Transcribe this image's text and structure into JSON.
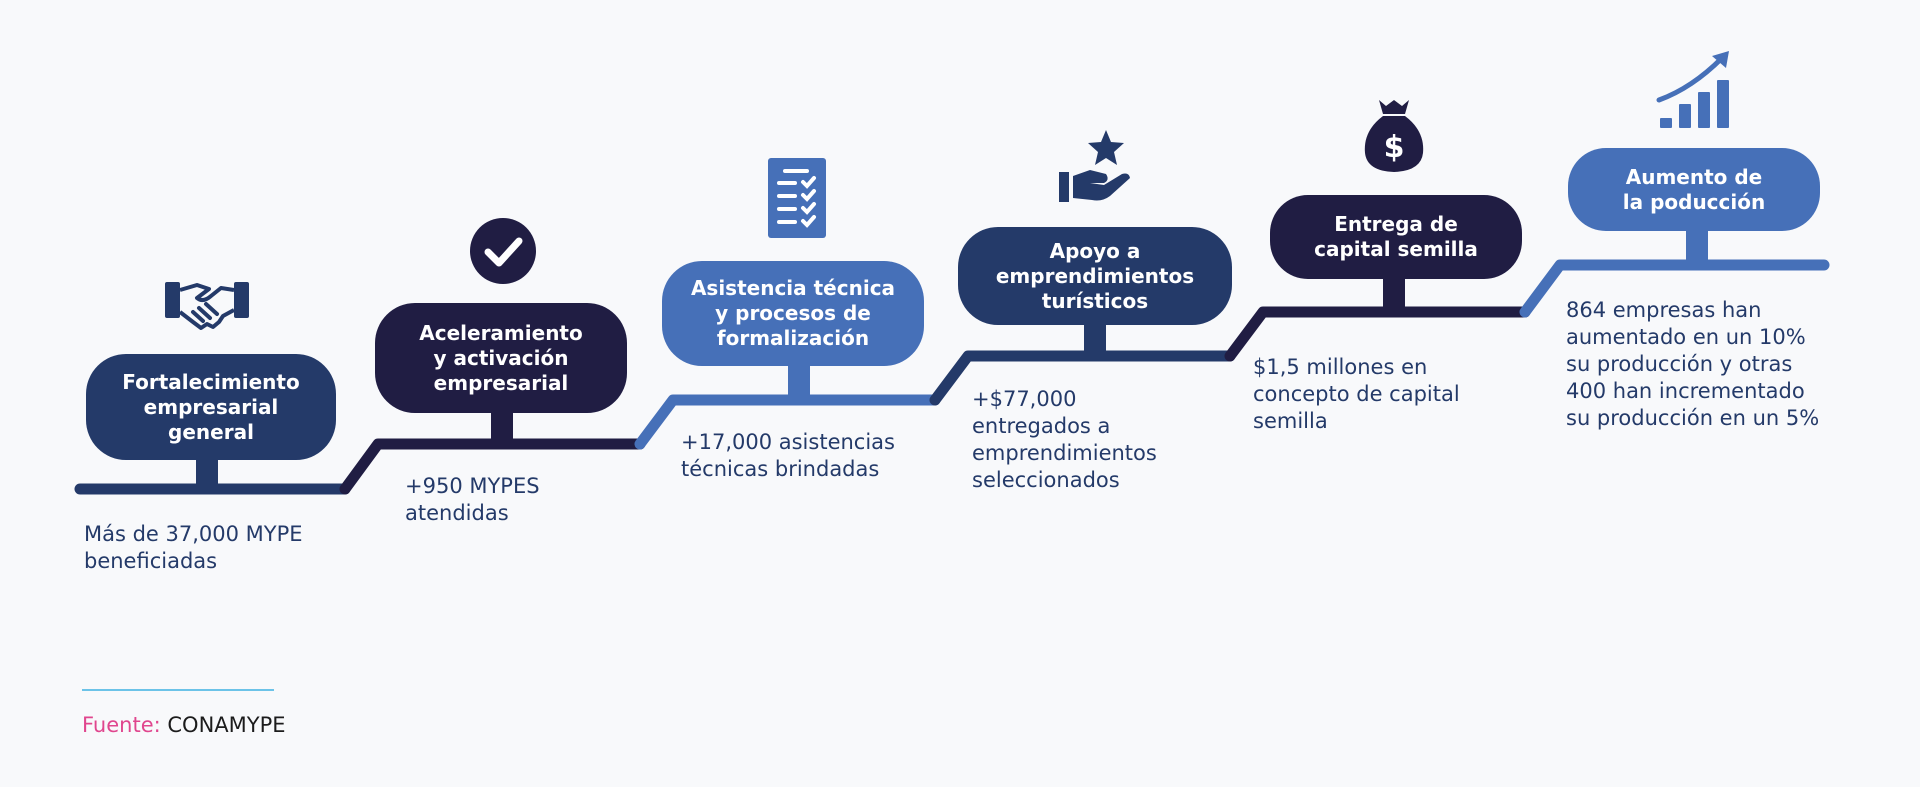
{
  "colors": {
    "navy": "#243a69",
    "midnight": "#201d43",
    "blue": "#4670b8",
    "text": "#243a69",
    "source_label": "#e0468e",
    "source_rule": "#6cc3e8"
  },
  "steps": [
    {
      "icon": "handshake-icon",
      "title": "Fortalecimiento\nempresarial\ngeneral",
      "description": "Más de 37,000 MYPE\nbeneficiadas",
      "color": "#243a69"
    },
    {
      "icon": "check-circle-icon",
      "title": "Aceleramiento\ny activación\nempresarial",
      "description": "+950 MYPES\natendidas",
      "color": "#201d43"
    },
    {
      "icon": "checklist-icon",
      "title": "Asistencia técnica\ny procesos de\nformalización",
      "description": "+17,000 asistencias\ntécnicas brindadas",
      "color": "#4670b8"
    },
    {
      "icon": "hand-star-icon",
      "title": "Apoyo a\nemprendimientos\nturísticos",
      "description": "+$77,000\nentregados a\nemprendimientos\nseleccionados",
      "color": "#243a69"
    },
    {
      "icon": "money-bag-icon",
      "title": "Entrega de\ncapital semilla",
      "description": "$1,5 millones en\nconcepto de capital\nsemilla",
      "color": "#201d43"
    },
    {
      "icon": "growth-chart-icon",
      "title": "Aumento de\nla poducción",
      "description": "864 empresas han\naumentado en un 10%\nsu producción y otras\n400 han incrementado\nsu producción en un 5%",
      "color": "#4670b8"
    }
  ],
  "source": {
    "label": "Fuente:",
    "value": "CONAMYPE"
  }
}
